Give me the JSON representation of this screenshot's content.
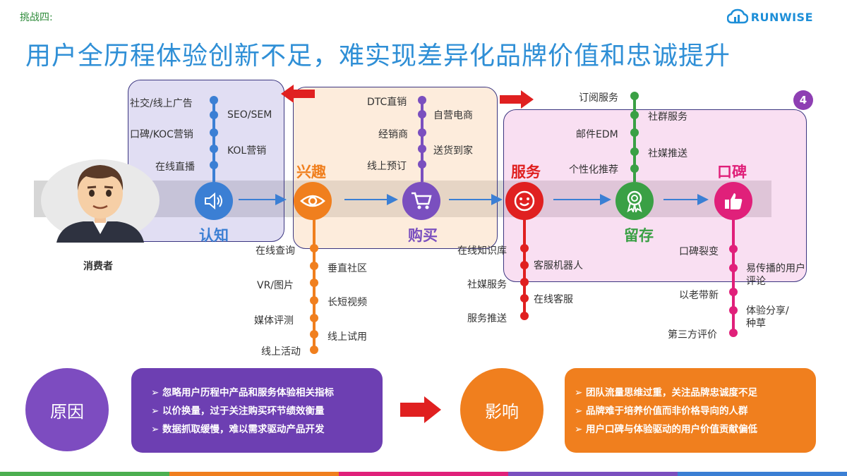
{
  "header": {
    "tag": "挑战四:",
    "title": "用户全历程体验创新不足，难实现差异化品牌价值和忠诚提升",
    "logo_text": "RUNWISE",
    "badge_number": "4"
  },
  "consumer": {
    "label": "消费者"
  },
  "stages": {
    "awareness": {
      "label": "认知",
      "color": "#3b7fd4",
      "items_left": [
        "社交/线上广告",
        "口碑/KOC营销",
        "在线直播"
      ],
      "items_right": [
        "SEO/SEM",
        "KOL营销"
      ]
    },
    "interest": {
      "label": "兴趣",
      "color": "#f07f1e",
      "items_left": [
        "在线查询",
        "VR/图片",
        "媒体评测",
        "线上活动"
      ],
      "items_right": [
        "垂直社区",
        "长短视频",
        "线上试用"
      ]
    },
    "purchase": {
      "label": "购买",
      "color": "#7a4fbf",
      "items_left": [
        "DTC直销",
        "经销商",
        "线上预订"
      ],
      "items_right": [
        "自营电商",
        "送货到家"
      ]
    },
    "service": {
      "label": "服务",
      "color": "#e02020",
      "items_left": [
        "在线知识库",
        "社媒服务",
        "服务推送"
      ],
      "items_right": [
        "客服机器人",
        "在线客服"
      ]
    },
    "retention": {
      "label": "留存",
      "color": "#3aa045",
      "items_left": [
        "订阅服务",
        "邮件EDM",
        "个性化推荐"
      ],
      "items_right": [
        "社群服务",
        "社媒推送"
      ]
    },
    "wom": {
      "label": "口碑",
      "color": "#e0207a",
      "items_left": [
        "口碑裂变",
        "以老带新",
        "第三方评价"
      ],
      "items_right": [
        "易传播的用户评论",
        "体验分享/种草"
      ]
    }
  },
  "cause": {
    "label": "原因",
    "color": "#7d4cc0",
    "points": [
      "➢ 忽略用户历程中产品和服务体验相关指标",
      "➢ 以价换量，过于关注购买环节绩效衡量",
      "➢ 数据抓取缓慢，难以需求驱动产品开发"
    ]
  },
  "impact": {
    "label": "影响",
    "color": "#f07f1e",
    "points": [
      "➢ 团队流量思维过重，关注品牌忠诚度不足",
      "➢ 品牌难于培养价值而非价格导向的人群",
      "➢ 用户口碑与体验驱动的用户价值贡献偏低"
    ]
  },
  "footer_colors": [
    "#4caf50",
    "#f07f1e",
    "#e0207a",
    "#7a4fbf",
    "#3b7fd4"
  ]
}
